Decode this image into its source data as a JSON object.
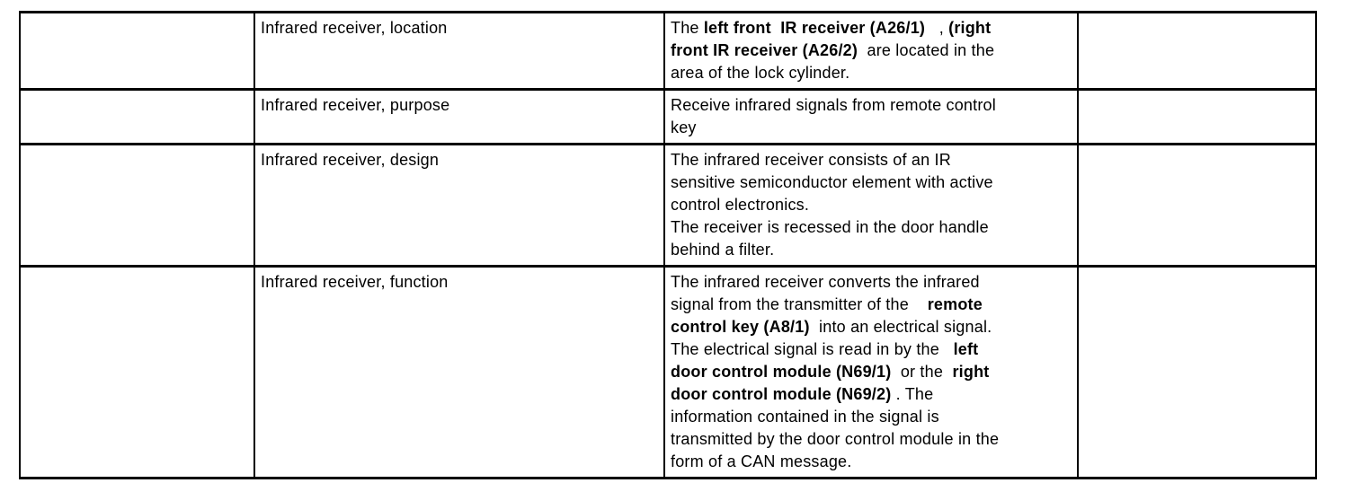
{
  "page": {
    "background_color": "#ffffff",
    "table_border_color": "#000000",
    "text_color": "#000000"
  },
  "table": {
    "rows": [
      {
        "label": "Infrared receiver, location",
        "description": [
          {
            "text": "The ",
            "bold": false
          },
          {
            "text": "left front  IR receiver (A26/1)",
            "bold": true
          },
          {
            "text": "   , ",
            "bold": false
          },
          {
            "text": "(right\nfront IR receiver (A26/2)",
            "bold": true
          },
          {
            "text": "  are located in the\narea of the lock cylinder.",
            "bold": false
          }
        ]
      },
      {
        "label": "Infrared receiver, purpose",
        "description": [
          {
            "text": "Receive infrared signals from remote control\nkey",
            "bold": false
          }
        ]
      },
      {
        "label": "Infrared receiver, design",
        "description": [
          {
            "text": "The infrared receiver consists of an IR\nsensitive semiconductor element with active\ncontrol electronics.\nThe receiver is recessed in the door handle\nbehind a filter.",
            "bold": false
          }
        ]
      },
      {
        "label": "Infrared receiver, function",
        "description": [
          {
            "text": "The infrared receiver converts the infrared\nsignal from the transmitter of the    ",
            "bold": false
          },
          {
            "text": "remote\ncontrol key (A8/1)",
            "bold": true
          },
          {
            "text": "  into an electrical signal.\nThe electrical signal is read in by the   ",
            "bold": false
          },
          {
            "text": "left\ndoor control module (N69/1)",
            "bold": true
          },
          {
            "text": "  or the  ",
            "bold": false
          },
          {
            "text": "right\ndoor control module (N69/2)",
            "bold": true
          },
          {
            "text": " . The\ninformation contained in the signal is\ntransmitted by the door control module in the\nform of a CAN message.",
            "bold": false
          }
        ]
      }
    ]
  }
}
